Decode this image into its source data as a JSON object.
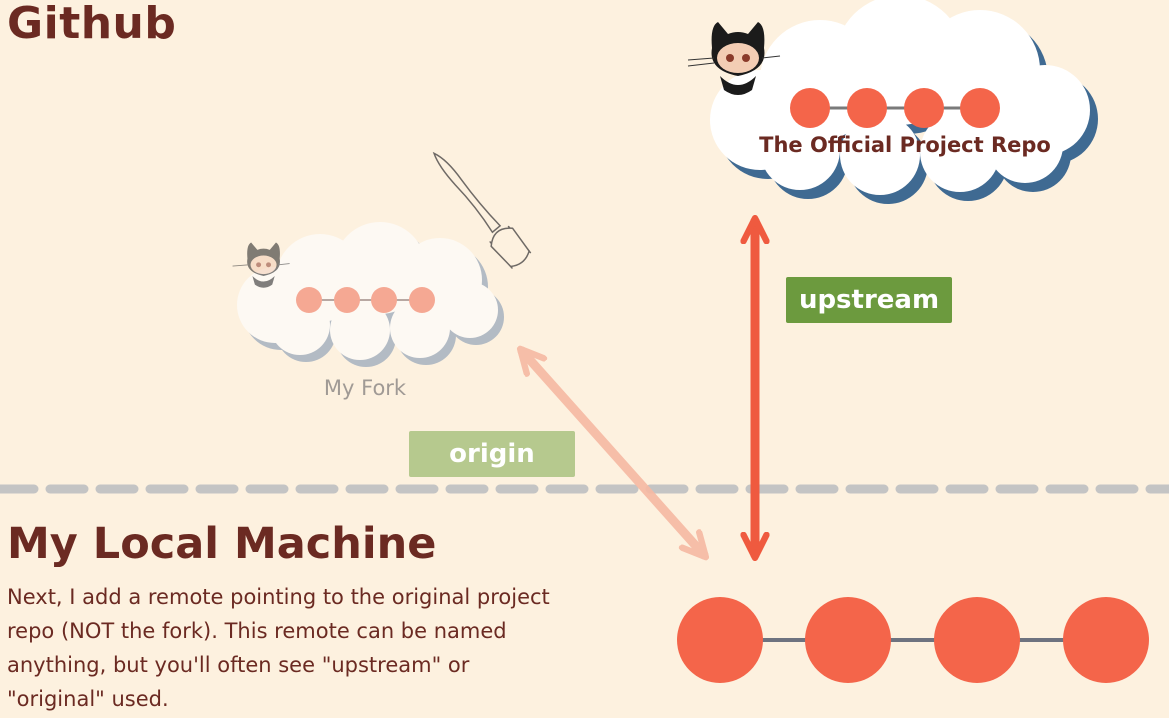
{
  "headings": {
    "github": "Github",
    "local_machine": "My Local Machine"
  },
  "description": "Next, I add a remote pointing to the original project repo (NOT the fork).  This remote can be named anything, but you'll often see \"upstream\" or \"original\" used.",
  "official_repo": {
    "label": "The Official Project Repo",
    "commit_count": 4
  },
  "fork": {
    "label": "My Fork",
    "commit_count": 4
  },
  "local_repo": {
    "commit_count": 4
  },
  "remotes": {
    "upstream_label": "upstream",
    "origin_label": "origin"
  },
  "colors": {
    "background": "#fdf1df",
    "heading": "#6b2a22",
    "commit": "#f4654a",
    "fork_commit": "#f5a893",
    "upstream_badge": "#6c9a3e",
    "origin_badge": "#b6c98e",
    "divider": "#c4c4c4"
  },
  "icons": [
    "octocat-icon",
    "fork-icon",
    "cloud-icon"
  ]
}
